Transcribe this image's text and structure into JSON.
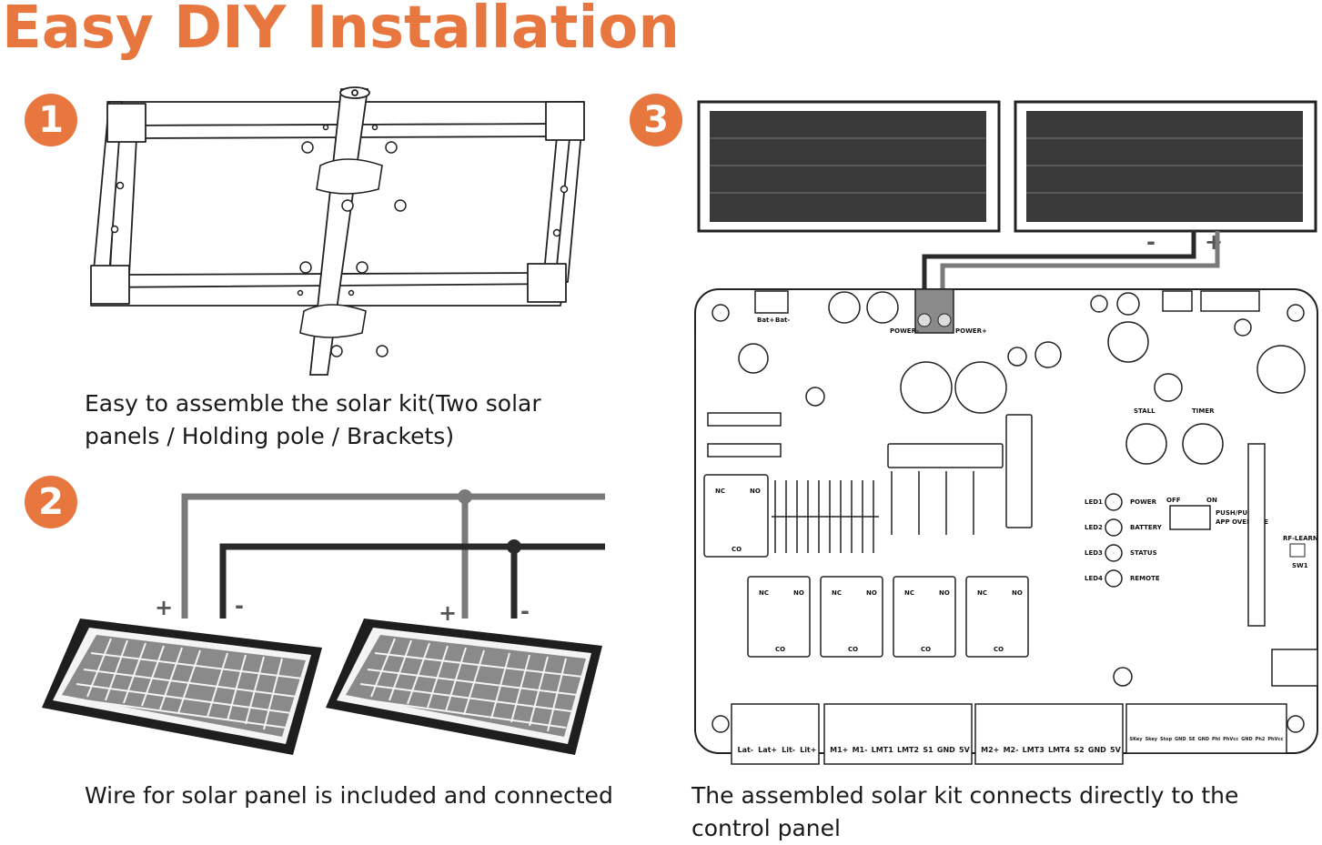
{
  "title": "Easy DIY Installation",
  "accent_color": "#e8773f",
  "steps": [
    {
      "number": "1",
      "caption": "Easy to assemble the solar kit(Two solar panels / Holding pole / Brackets)"
    },
    {
      "number": "2",
      "caption": "Wire for solar panel is included and connected"
    },
    {
      "number": "3",
      "caption": "The assembled solar kit connects directly to the control panel"
    }
  ],
  "polarity": {
    "plus": "+",
    "minus": "-"
  },
  "board": {
    "bat_pos": "Bat+",
    "bat_neg": "Bat-",
    "power_neg": "POWER-",
    "power_pos": "POWER+",
    "stall": "STALL",
    "timer": "TIMER",
    "leds": [
      "LED1",
      "LED2",
      "LED3",
      "LED4"
    ],
    "led_labels": [
      "POWER",
      "BATTERY",
      "STATUS",
      "REMOTE"
    ],
    "off": "OFF",
    "on": "ON",
    "push_pull": "PUSH/PULL",
    "app_override": "APP OVERRIDE",
    "rf_learn": "RF-LEARN",
    "sw1": "SW1",
    "relay_nc": "NC",
    "relay_no": "NO",
    "relay_co": "CO",
    "terminal_groups": [
      [
        "Lat-",
        "Lat+",
        "Lit-",
        "Lit+"
      ],
      [
        "M1+",
        "M1-",
        "LMT1",
        "LMT2",
        "S1",
        "GND",
        "5V"
      ],
      [
        "M2+",
        "M2-",
        "LMT3",
        "LMT4",
        "S2",
        "GND",
        "5V"
      ],
      [
        "SKey",
        "Skey",
        "Stop",
        "GND",
        "SE",
        "GND",
        "PhI",
        "PhVcc",
        "GND",
        "Ph2",
        "PhVcc"
      ]
    ]
  }
}
